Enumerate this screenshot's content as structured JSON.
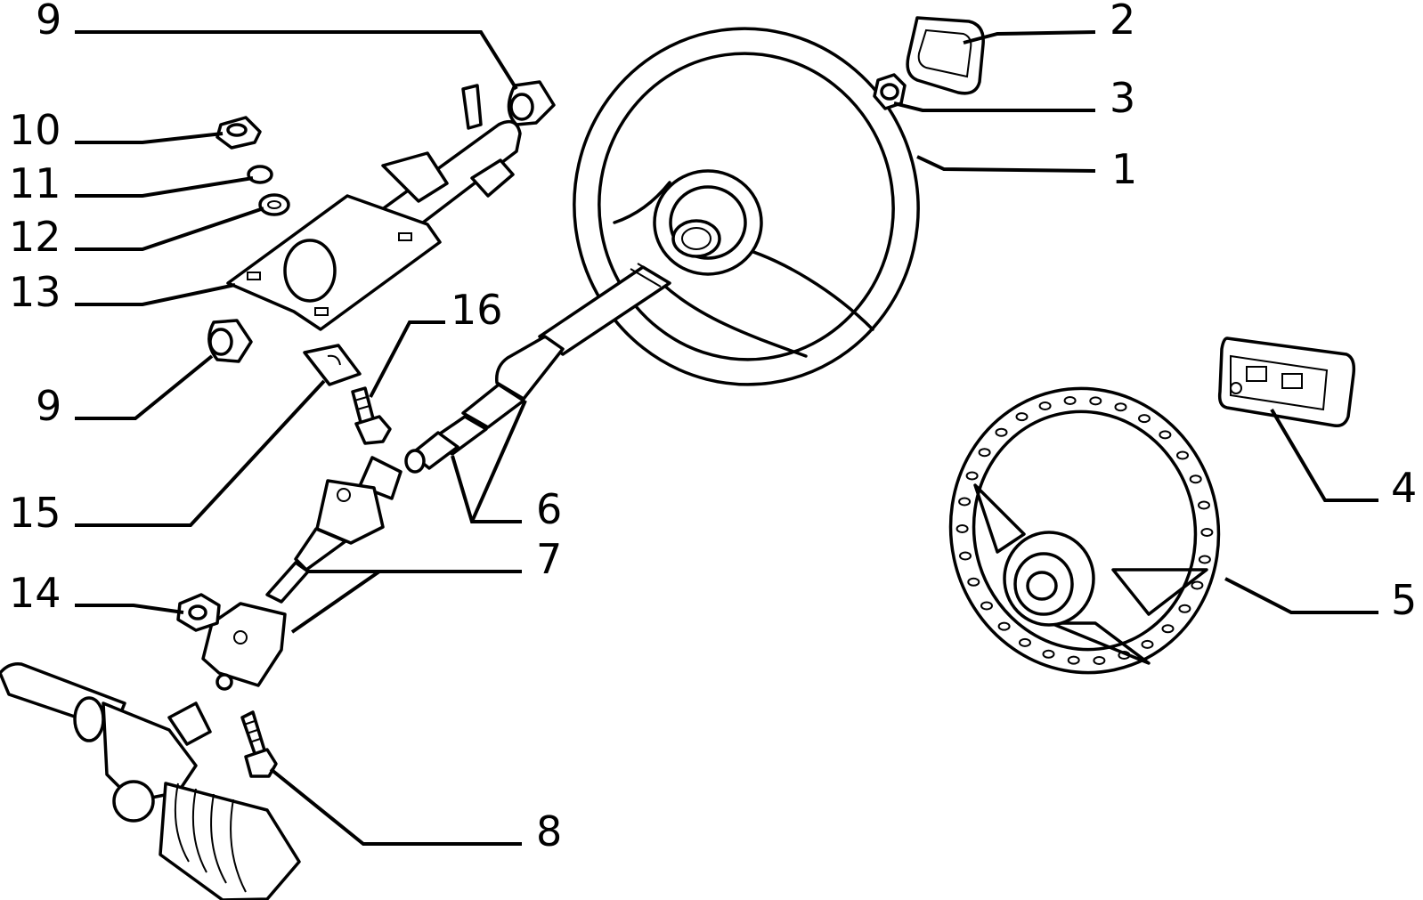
{
  "callouts": [
    {
      "id": "1",
      "text": "1"
    },
    {
      "id": "2",
      "text": "2"
    },
    {
      "id": "3",
      "text": "3"
    },
    {
      "id": "4",
      "text": "4"
    },
    {
      "id": "5",
      "text": "5"
    },
    {
      "id": "6",
      "text": "6"
    },
    {
      "id": "7",
      "text": "7"
    },
    {
      "id": "8",
      "text": "8"
    },
    {
      "id": "9a",
      "text": "9"
    },
    {
      "id": "9b",
      "text": "9"
    },
    {
      "id": "10",
      "text": "10"
    },
    {
      "id": "11",
      "text": "11"
    },
    {
      "id": "12",
      "text": "12"
    },
    {
      "id": "13",
      "text": "13"
    },
    {
      "id": "14",
      "text": "14"
    },
    {
      "id": "15",
      "text": "15"
    },
    {
      "id": "16",
      "text": "16"
    }
  ]
}
